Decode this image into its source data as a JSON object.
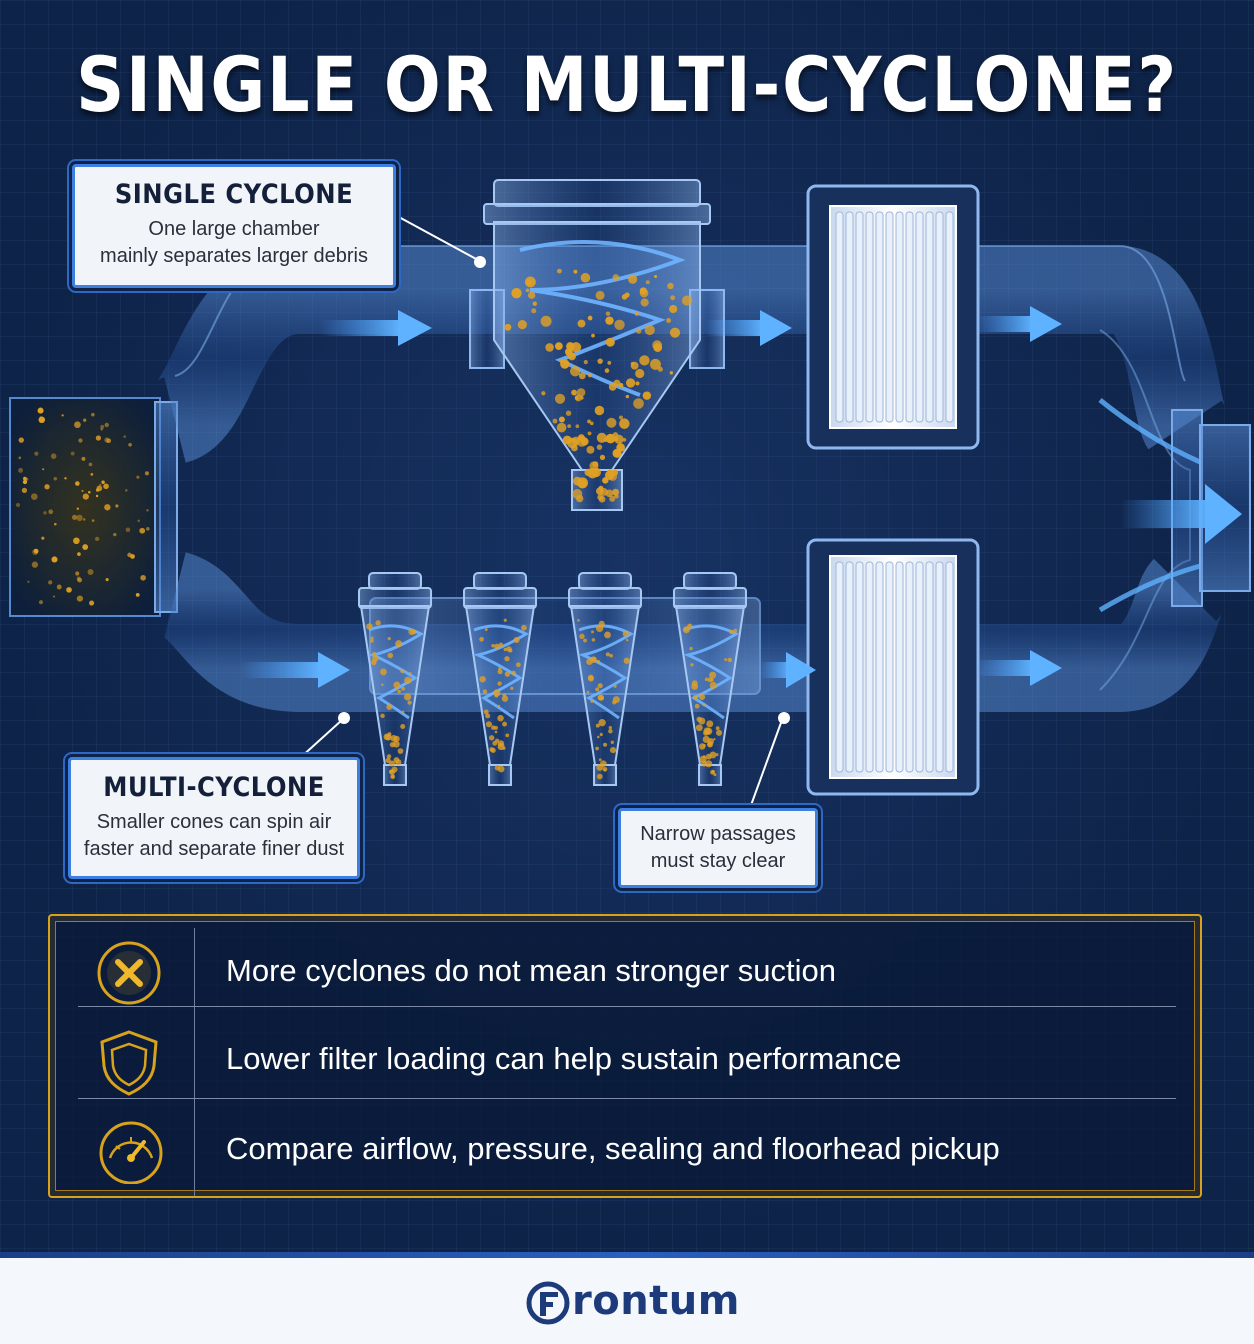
{
  "title": "SINGLE OR MULTI-CYCLONE?",
  "callouts": {
    "single": {
      "title": "SINGLE CYCLONE",
      "line1": "One large chamber",
      "line2": "mainly separates larger debris"
    },
    "multi": {
      "title": "MULTI-CYCLONE",
      "line1": "Smaller cones can spin air",
      "line2": "faster and separate finer dust"
    },
    "narrow": {
      "line1": "Narrow passages",
      "line2": "must stay clear"
    }
  },
  "info_panel": {
    "rows": [
      {
        "icon": "x-circle-icon",
        "text": "More cyclones do not mean stronger suction"
      },
      {
        "icon": "shield-icon",
        "text": "Lower filter loading can help sustain performance"
      },
      {
        "icon": "gauge-icon",
        "text": "Compare airflow, pressure, sealing and floorhead pickup"
      }
    ]
  },
  "brand": {
    "name": "Frontum",
    "display": "rontum"
  },
  "colors": {
    "background": "#0e2348",
    "accent_blue": "#3f7fe0",
    "accent_gold": "#d8a21c",
    "dust": "#e0a024"
  }
}
